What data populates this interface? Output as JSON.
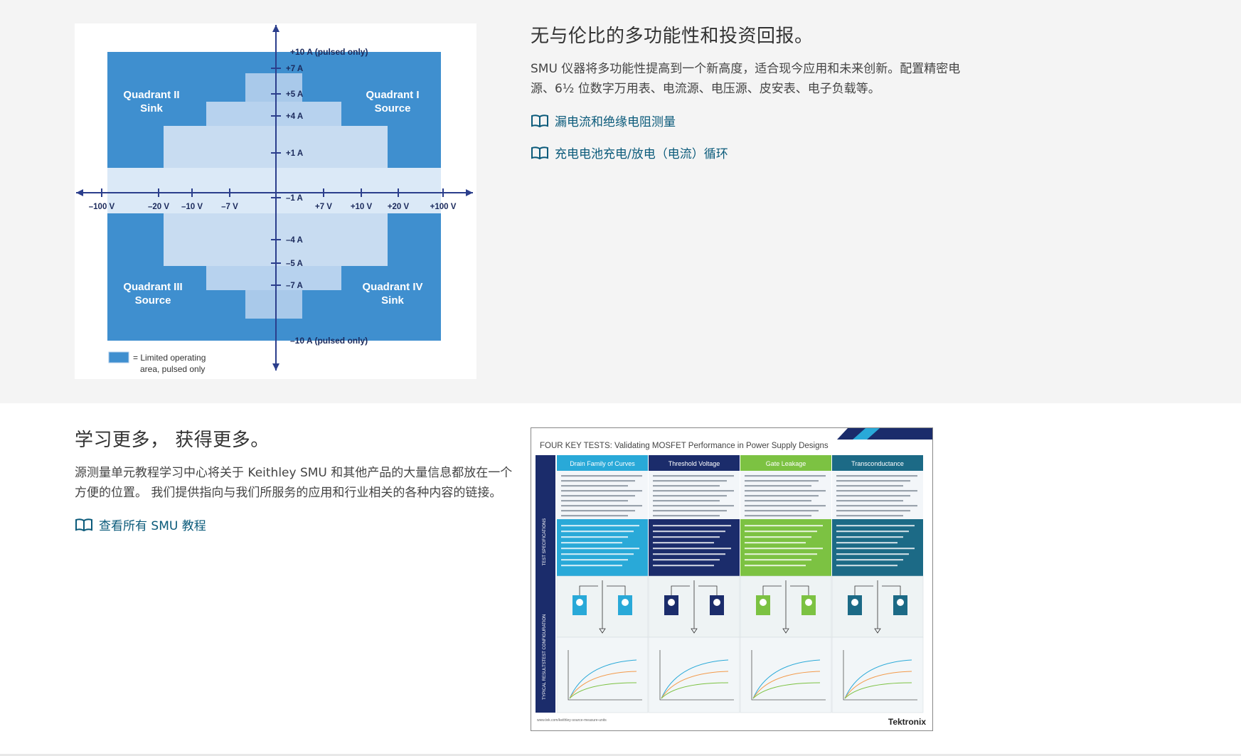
{
  "section1": {
    "title": "无与伦比的多功能性和投资回报。",
    "body": "SMU 仪器将多功能性提高到一个新高度，适合现今应用和未来创新。配置精密电源、6½ 位数字万用表、电流源、电压源、皮安表、电子负载等。",
    "links": [
      {
        "label": "漏电流和绝缘电阻测量",
        "icon": "book-icon"
      },
      {
        "label": "充电电池充电/放电（电流）循环",
        "icon": "book-icon"
      }
    ]
  },
  "section2": {
    "title": "学习更多， 获得更多。",
    "body": "源测量单元教程学习中心将关于 Keithley SMU 和其他产品的大量信息都放在一个方便的位置。 我们提供指向与我们所服务的应用和行业相关的各种内容的链接。",
    "link": {
      "label": "查看所有 SMU 教程",
      "icon": "book-icon"
    }
  },
  "quadrant_figure": {
    "top_label": "+10 A (pulsed only)",
    "bottom_label": "–10 A (pulsed only)",
    "current_labels": [
      "+7 A",
      "+5 A",
      "+4 A",
      "+1 A",
      "–1 A",
      "–4 A",
      "–5 A",
      "–7 A"
    ],
    "voltage_labels": [
      "–100 V",
      "–20 V",
      "–10 V",
      "–7 V",
      "+7 V",
      "+10 V",
      "+20 V",
      "+100 V"
    ],
    "quadrants": {
      "q1": [
        "Quadrant I",
        "Source"
      ],
      "q2": [
        "Quadrant II",
        "Sink"
      ],
      "q3": [
        "Quadrant III",
        "Source"
      ],
      "q4": [
        "Quadrant IV",
        "Sink"
      ]
    },
    "legend": [
      "= Limited operating",
      "area, pulsed only"
    ],
    "colors": {
      "dark": "#3f8fcf",
      "mid": "#a9c9ea",
      "light": "#c8dcf1",
      "lightest": "#dbe9f7",
      "axis": "#2b3e8c"
    }
  },
  "poster": {
    "title": "FOUR KEY TESTS: Validating MOSFET Performance in Power Supply Designs",
    "columns": [
      {
        "name": "Drain Family of Curves",
        "color": "#29a9d8"
      },
      {
        "name": "Threshold Voltage",
        "color": "#1b2c6b"
      },
      {
        "name": "Gate Leakage",
        "color": "#7cc242"
      },
      {
        "name": "Transconductance",
        "color": "#1c6a86"
      }
    ],
    "row_labels": [
      "TEST SPECIFICATIONS",
      "TEST CONFIGURATION",
      "TYPICAL RESULTS"
    ],
    "brand": "Tektronix",
    "footer_url": "www.tek.com/keithley-source-measure-units"
  }
}
